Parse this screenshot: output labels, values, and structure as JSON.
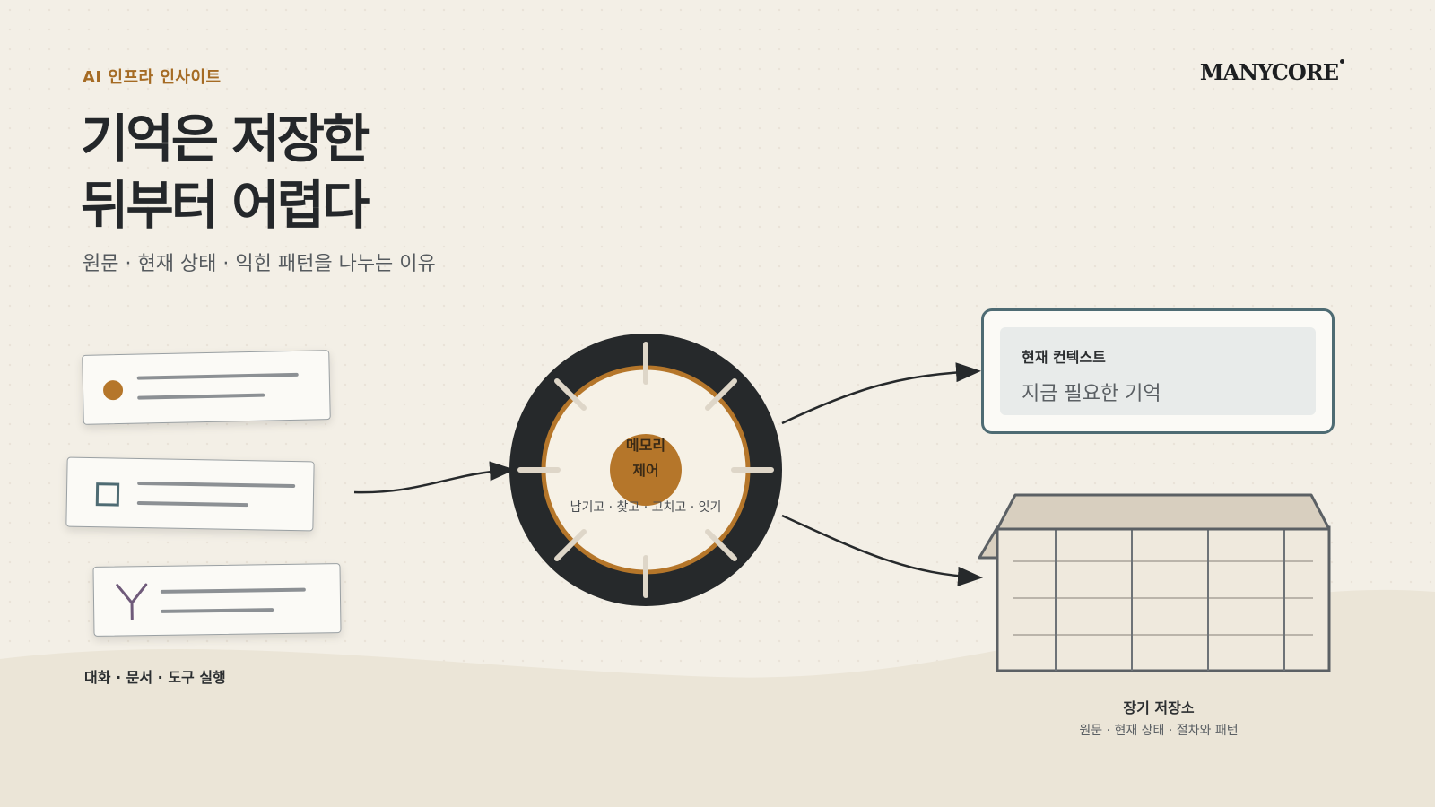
{
  "header": {
    "kicker": "AI 인프라 인사이트",
    "title_line1": "기억은 저장한",
    "title_line2": "뒤부터 어렵다",
    "subtitle": "원문 · 현재 상태 · 익힌 패턴을 나누는 이유",
    "brand": "MANYCORE"
  },
  "inputs": {
    "caption": "대화 · 문서 · 도구 실행",
    "items": [
      {
        "icon": "circle-icon"
      },
      {
        "icon": "square-icon"
      },
      {
        "icon": "fork-icon"
      }
    ]
  },
  "hub": {
    "label_line1": "메모리",
    "label_line2": "제어",
    "operations": "남기고 · 찾고 · 고치고 · 잊기"
  },
  "context": {
    "title": "현재 컨텍스트",
    "text": "지금 필요한 기억"
  },
  "storage": {
    "title": "장기 저장소",
    "subtitle": "원문 · 현재 상태 · 절차와 패턴"
  },
  "colors": {
    "accent": "#b5762a",
    "dark": "#26292b",
    "teal": "#4e6b73",
    "background": "#f3efe6"
  }
}
